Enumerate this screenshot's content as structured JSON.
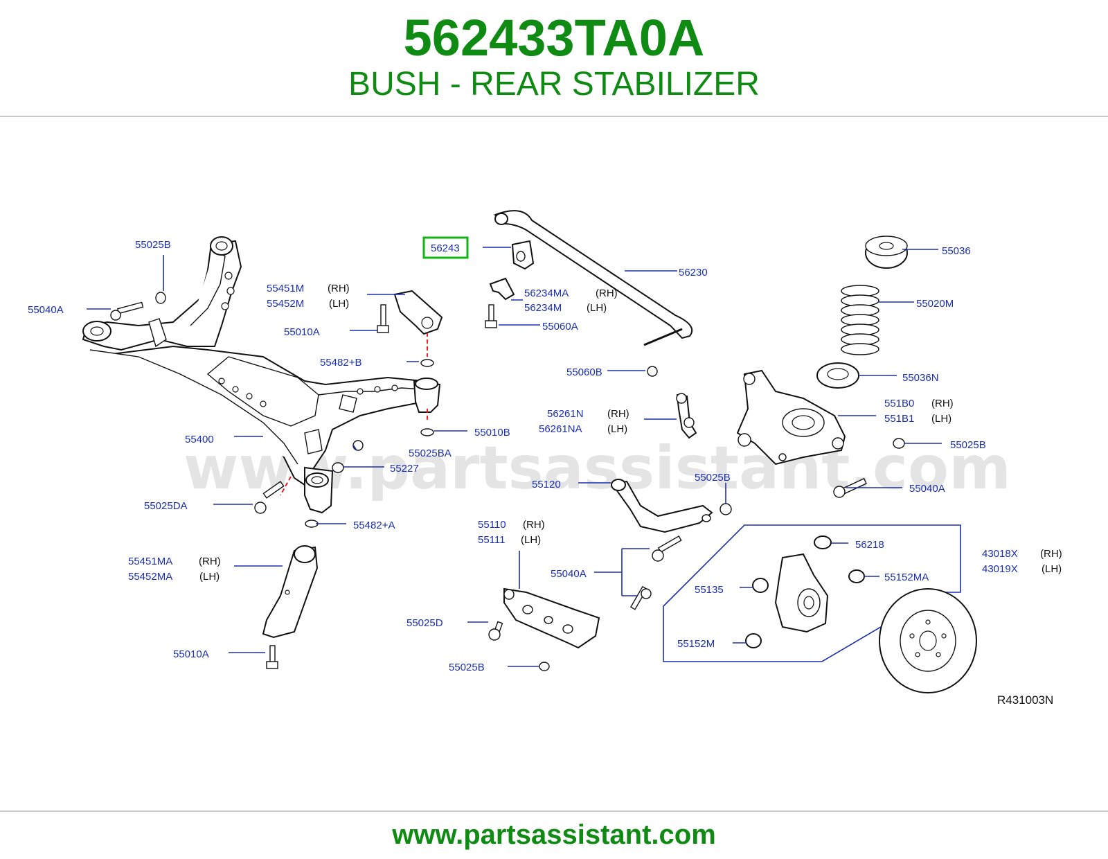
{
  "header": {
    "part_number": "562433TA0A",
    "part_name": "BUSH - REAR STABILIZER"
  },
  "footer": {
    "url": "www.partsassistant.com"
  },
  "watermark": "www.partsassistant.com",
  "diagram": {
    "reference": "R431003N",
    "highlighted_part": "56243",
    "highlight_color": "#11b511",
    "label_color": "#1a2fb0",
    "title_color": "#0f8a12",
    "labels": {
      "l_55025B_a": "55025B",
      "l_55040A_a": "55040A",
      "l_55451M": "55451M",
      "l_55452M": "55452M",
      "l_55010A_a": "55010A",
      "l_55482B": "55482+B",
      "l_55010B": "55010B",
      "l_55400": "55400",
      "l_55025BA": "55025BA",
      "l_55227": "55227",
      "l_55025DA": "55025DA",
      "l_55482A": "55482+A",
      "l_55451MA": "55451MA",
      "l_55452MA": "55452MA",
      "l_55010A_b": "55010A",
      "l_56243": "56243",
      "l_56234MA": "56234MA",
      "l_56234M": "56234M",
      "l_55060A": "55060A",
      "l_56230": "56230",
      "l_55060B": "55060B",
      "l_56261N": "56261N",
      "l_56261NA": "56261NA",
      "l_55120": "55120",
      "l_55025B_b": "55025B",
      "l_55110": "55110",
      "l_55111": "55111",
      "l_55040A_b": "55040A",
      "l_55025D": "55025D",
      "l_55025B_c": "55025B",
      "l_55036": "55036",
      "l_55020M": "55020M",
      "l_55036N": "55036N",
      "l_551B0": "551B0",
      "l_551B1": "551B1",
      "l_55025B_d": "55025B",
      "l_55040A_c": "55040A",
      "l_56218": "56218",
      "l_43018X": "43018X",
      "l_43019X": "43019X",
      "l_55152MA": "55152MA",
      "l_55135": "55135",
      "l_55152M": "55152M"
    },
    "sides": {
      "rh": "(RH)",
      "lh": "(LH)"
    }
  }
}
